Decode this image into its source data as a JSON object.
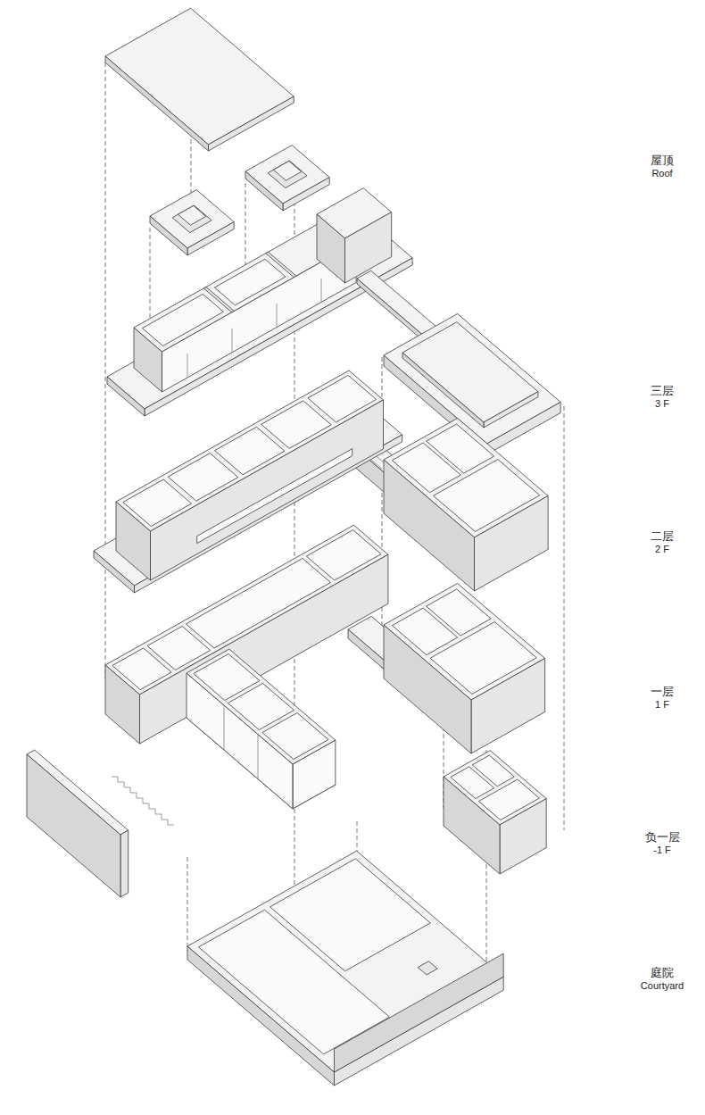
{
  "diagram": {
    "labels": [
      "屋顶",
      "Roof",
      "三层",
      "3 F",
      "二层",
      "2 F",
      "一层",
      "1 F",
      "负一层",
      "-1 F",
      "庭院",
      "Courtyard"
    ]
  }
}
